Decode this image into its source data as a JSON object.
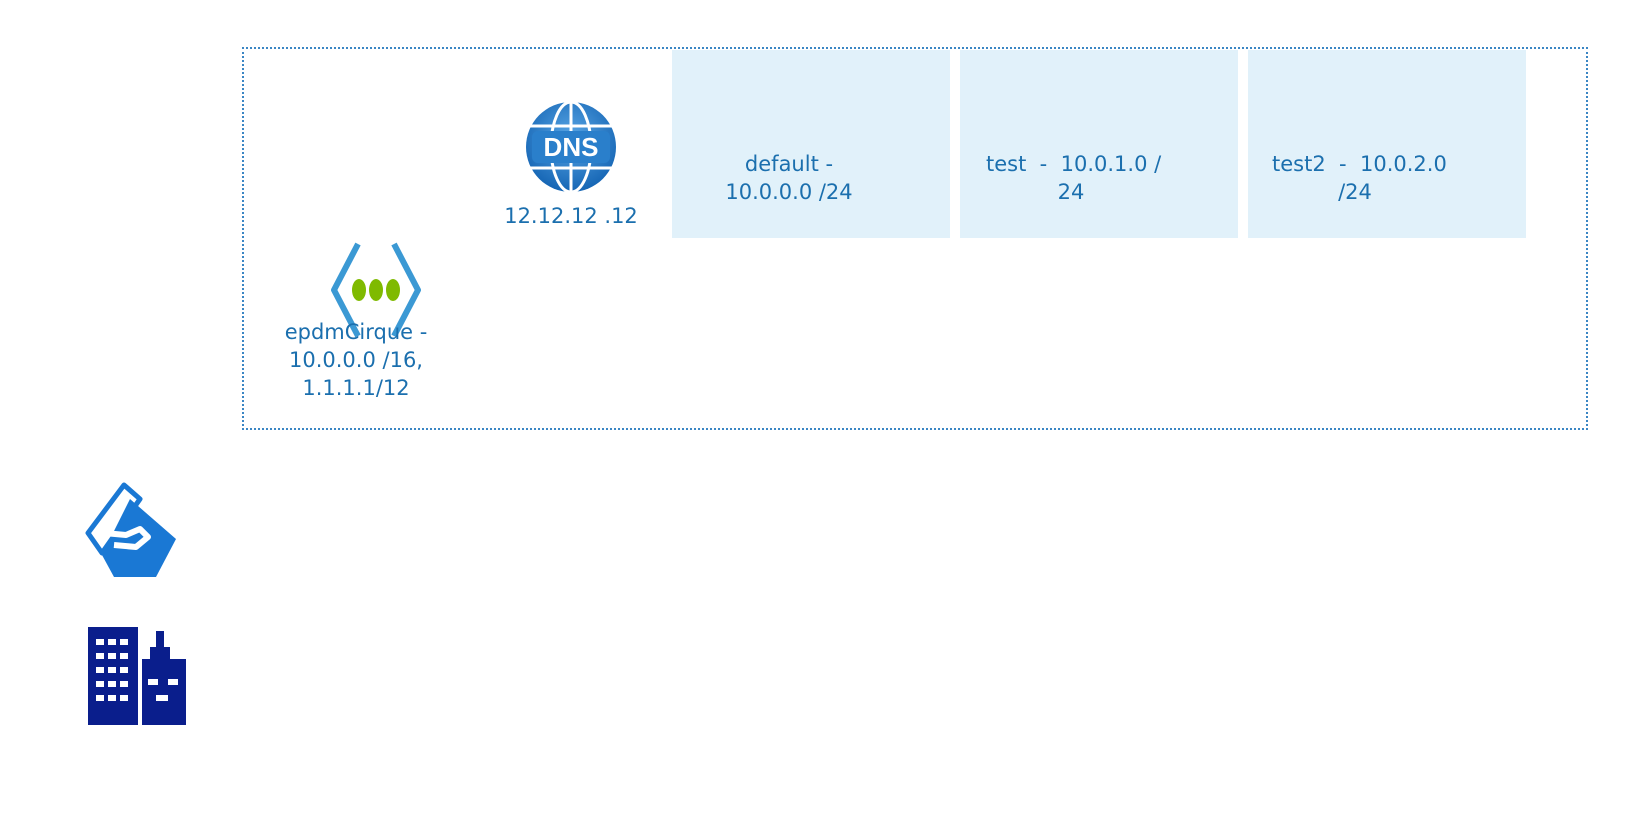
{
  "diagram": {
    "vnet": {
      "label": "epdmCirque -\n10.0.0.0 /16,\n1.1.1.1/12",
      "icon": "virtual-network-icon"
    },
    "dns": {
      "label": "12.12.12 .12",
      "icon_text": "DNS",
      "icon": "dns-icon"
    },
    "subnets": [
      {
        "label": "default -\n10.0.0.0 /24"
      },
      {
        "label": "test  -  10.0.1.0 /\n24"
      },
      {
        "label": "test2  -  10.0.2.0\n/24"
      }
    ],
    "gateway": {
      "icon": "vpn-gateway-icon"
    },
    "onprem": {
      "icon": "building-icon"
    }
  },
  "colors": {
    "border": "#3b86c4",
    "subnet_fill": "#e1f1fa",
    "text": "#1b6fae",
    "vnet_green": "#7fba00",
    "gateway_blue": "#1a78d4",
    "building_navy": "#0a1e8c"
  }
}
